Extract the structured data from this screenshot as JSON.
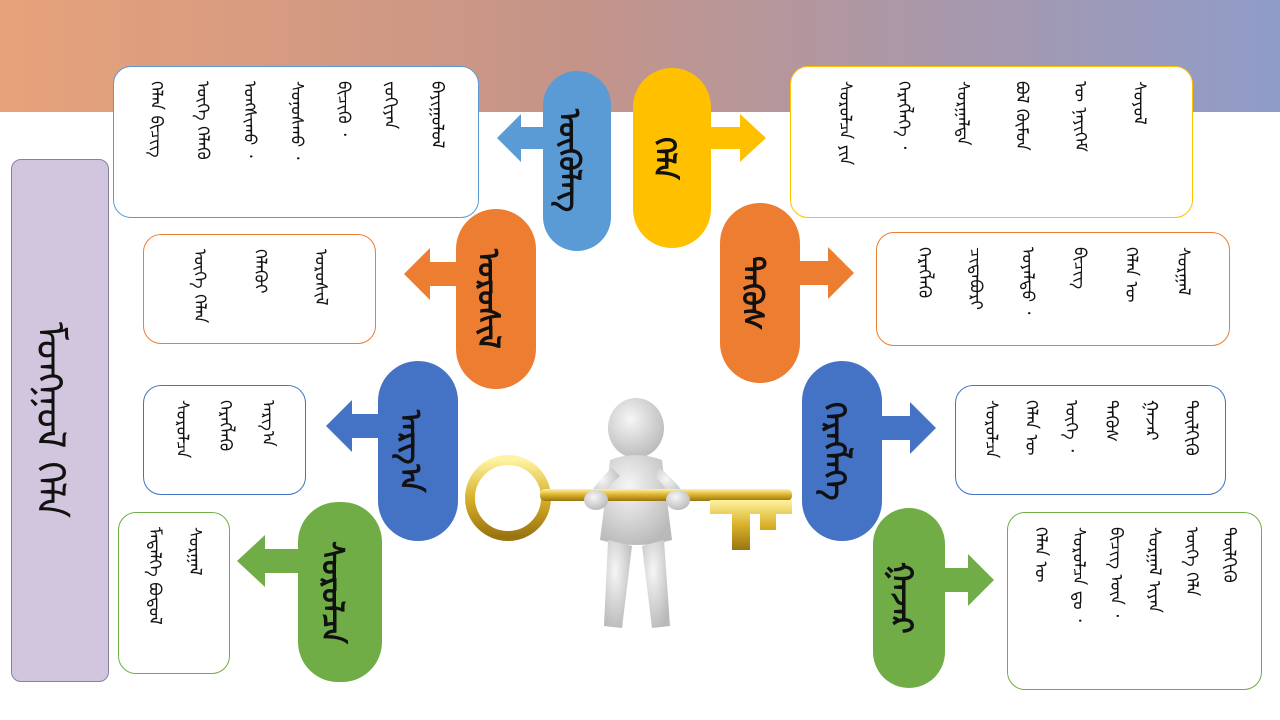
{
  "colors": {
    "blue_light": "#5b9bd5",
    "yellow": "#ffc000",
    "orange": "#ed7d31",
    "blue_dark": "#4472c4",
    "green": "#70ad47",
    "title_panel": "#d2c6de"
  },
  "title": "ᠮᠣᠩᠭᠣᠯ ᠬᠡᠯᠡ",
  "nodes": [
    {
      "id": "n1",
      "label": "ᠦᠬᠦᠯᠡᠭ",
      "color": "blue_light",
      "text": [
        "ᠬᠡᠯᠡᠨ ᠪᠢᠴᠢᠭ",
        "ᠦᠭᠡ ᠬᠡᠯᠡᠬᠦ",
        "ᠤᠩᠰᠢᠬᠤ ᠂",
        "ᠰᠣᠨᠣᠰᠬᠤ ᠂",
        "ᠪᠢᠴᠢᠬᠦ ᠂",
        "ᠵᠣᠬᠢᠶᠠᠨ",
        "ᠪᠠᠶᠢᠭᠤᠯᠤᠯ"
      ]
    },
    {
      "id": "n2",
      "label": "ᠬᠡᠯᠡ",
      "color": "yellow",
      "text": [
        "ᠰᠤᠷᠤᠯᠴᠠ ᠶᠢᠨ",
        "ᠬᠡᠷᠡᠭᠯᠡᠭᠡ ᠂",
        "ᠰᠤᠷᠭᠠᠯᠲᠠ",
        "ᠪᠣᠯ ᠬᠦᠮᠦᠨ",
        "ᠦ ᠨᠡᠶᠢᠭᠡᠮ",
        "ᠰᠣᠶᠣᠯ"
      ]
    },
    {
      "id": "n3",
      "label": "ᠤᠷᠤᠰᠢᠯ",
      "color": "orange",
      "text": [
        "ᠦᠭᠡ ᠬᠡᠯᠡᠨ",
        "ᠬᠡᠯᠡᠬᠦᠢ",
        "ᠤᠷᠤᠰᠢᠯ"
      ]
    },
    {
      "id": "n4",
      "label": "ᠲᠡᠭᠦᠰ",
      "color": "orange",
      "text": [
        "ᠬᠡᠷᠡᠭᠯᠡᠬᠦ",
        "ᠴᠢᠳᠠᠪᠤᠷᠢ",
        "ᠤᠶᠠᠯᠳᠤ ᠂",
        "ᠪᠢᠴᠢᠭ",
        "ᠬᠡᠯᠡᠨ ᠦ",
        "ᠰᠤᠷᠭᠠᠯ"
      ]
    },
    {
      "id": "n5",
      "label": "ᠠᠷᠭ᠎ᠠ",
      "color": "blue_dark",
      "text": [
        "ᠰᠤᠷᠤᠯᠴᠠ",
        "ᠬᠡᠷᠡᠭᠯᠡᠬᠦ",
        "ᠠᠷᠭ᠎ᠠ"
      ]
    },
    {
      "id": "n6",
      "label": "ᠬᠡᠷᠡᠭᠯᠡᠭᠡ",
      "color": "blue_dark",
      "text": [
        "ᠰᠤᠷᠤᠯᠴᠠ",
        "ᠬᠡᠯᠡᠨ ᠦ",
        "ᠦᠭᠡ ᠂",
        "ᠲᠡᠭᠦᠰ",
        "ᠭᠠᠵᠠᠷ",
        "ᠲᠦᠯᠬᠢᠬᠦ"
      ]
    },
    {
      "id": "n7",
      "label": "ᠰᠤᠷᠤᠯᠴᠠ",
      "color": "green",
      "text": [
        "ᠮᠡᠳᠡᠯᠭᠡ ᠪᠤᠳᠤᠯ",
        "ᠰᠤᠷᠭᠠᠯ"
      ]
    },
    {
      "id": "n8",
      "label": "ᠭᠠᠵᠠᠷ",
      "color": "green",
      "text": [
        "ᠬᠡᠯᠡᠨ ᠦ",
        "ᠰᠤᠷᠤᠯᠴᠠ ᠳᠤ ᠂",
        "ᠪᠢᠴᠢᠭ ᠦᠨ ᠂",
        "ᠰᠤᠷᠭᠠᠯ ᠢᠶᠠᠨ",
        "ᠦᠭᠡ ᠬᠡᠯᠡ",
        "ᠲᠦᠯᠬᠢᠬᠦ"
      ]
    }
  ]
}
